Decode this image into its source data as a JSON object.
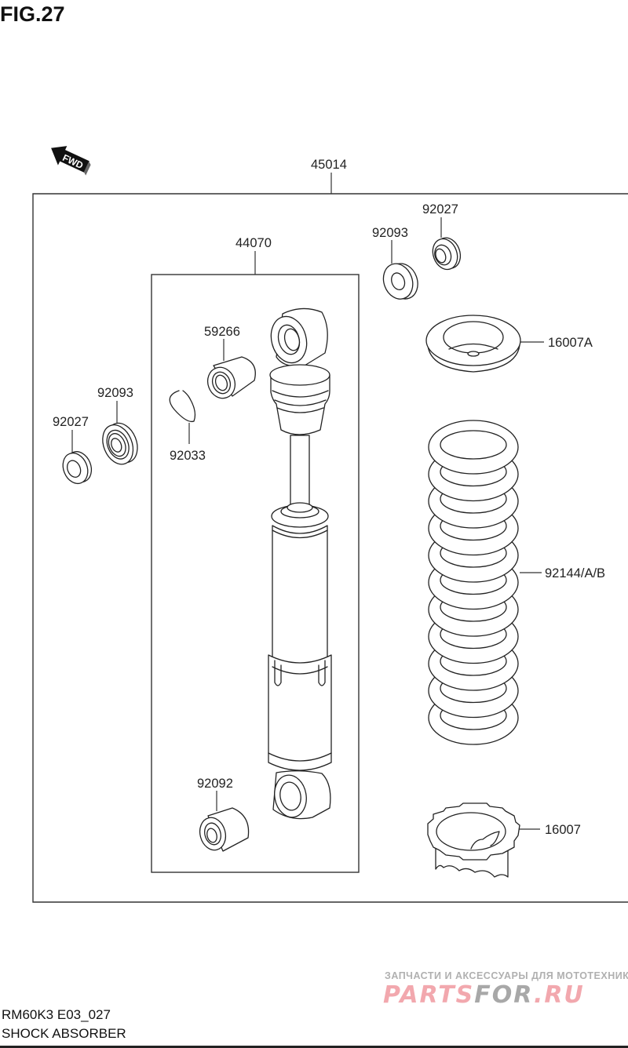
{
  "figure": {
    "title": "FIG.27",
    "model_code": "RM60K3 E03_027",
    "name": "SHOCK ABSORBER"
  },
  "direction_indicator": {
    "label": "FWD",
    "icon": "arrow-left-icon"
  },
  "assemblies": {
    "outer": "45014",
    "inner": "44070"
  },
  "parts": {
    "washer_top": "92093",
    "collar_top": "92027",
    "spring_seat": "16007A",
    "bushing_top": "59266",
    "circlip": "92033",
    "bearing_left": "92093",
    "collar_left": "92027",
    "spring": "92144/A/B",
    "bushing_bottom": "92092",
    "adjuster_nut": "16007"
  },
  "watermark": {
    "tagline": "ЗАПЧАСТИ И АКСЕССУАРЫ ДЛЯ МОТОТЕХНИКИ",
    "brand_part1": "PARTS",
    "brand_part2": "FOR",
    "brand_part3": ".RU",
    "colors": {
      "red": "#f2a8ae",
      "gray": "#a8a8a8"
    }
  }
}
